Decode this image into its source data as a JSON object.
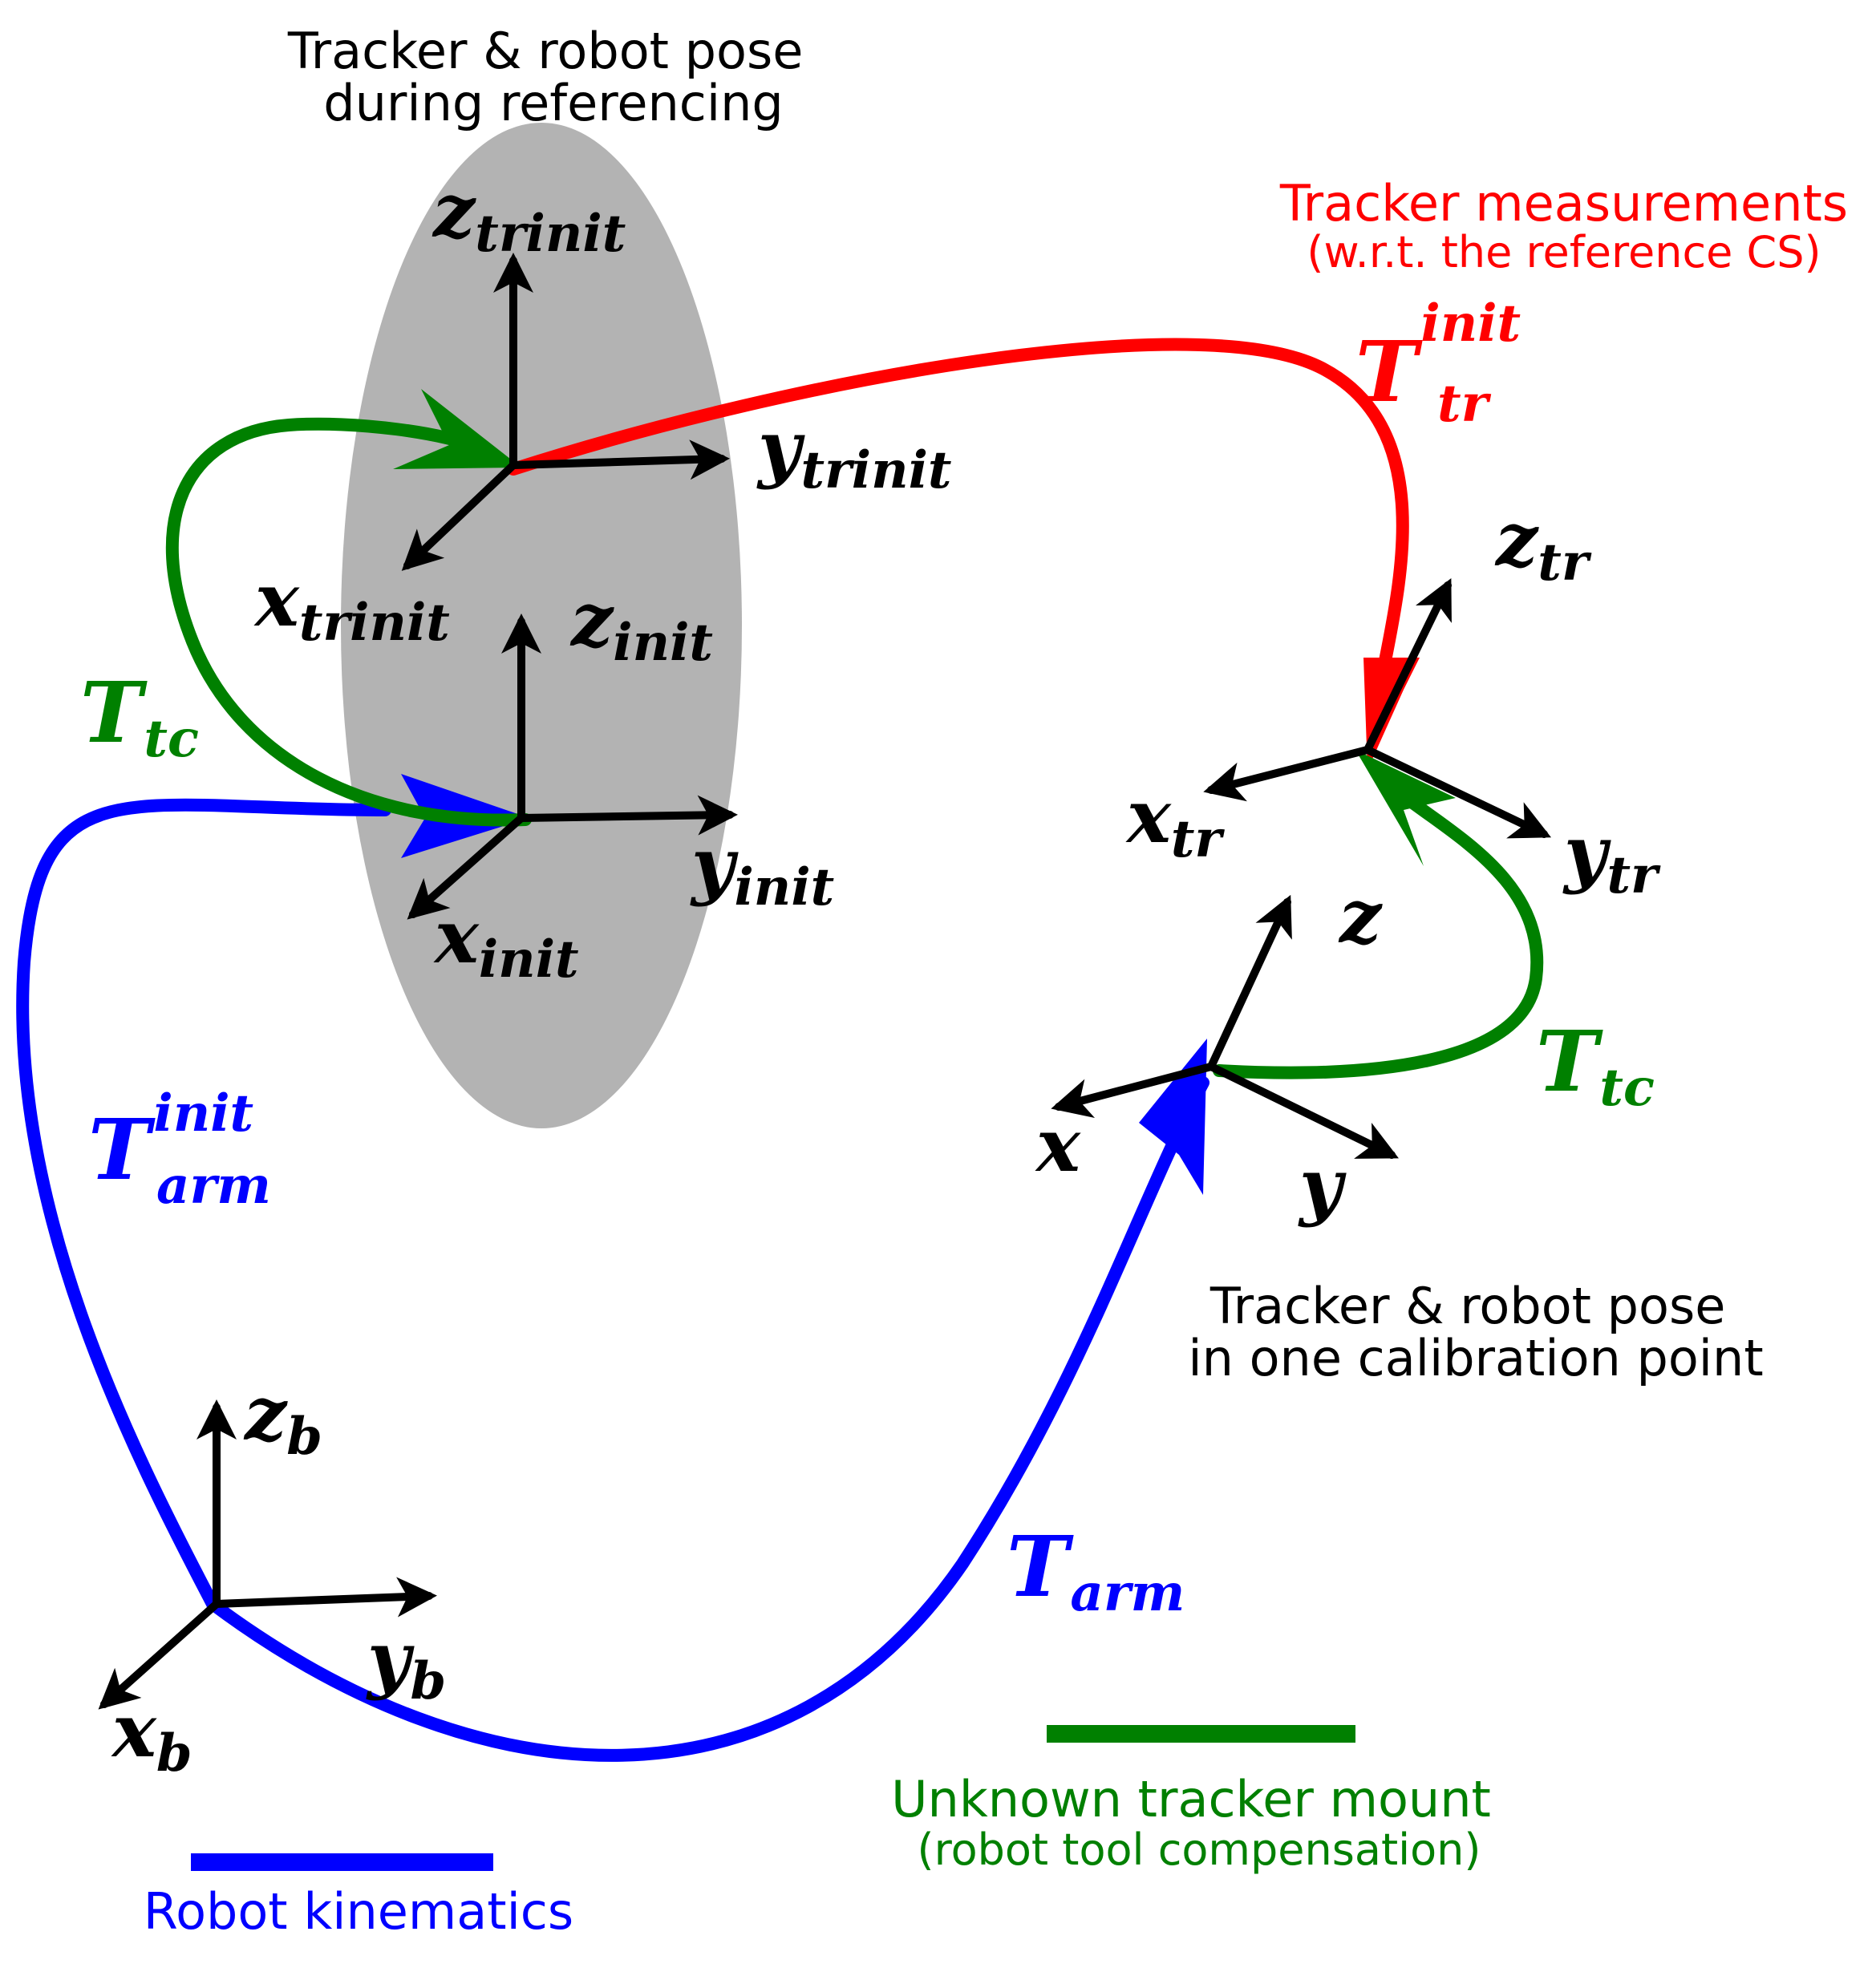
{
  "colors": {
    "robot_kinematics": "#0000ff",
    "tracker_measurements": "#ff0000",
    "tracker_mount": "#008000",
    "axes": "#000000",
    "referencing_region": "#b3b3b3"
  },
  "captions": {
    "referencing_pose": [
      "Tracker & robot pose",
      "during referencing"
    ],
    "calibration_pose": [
      "Tracker & robot pose",
      "in one calibration point"
    ],
    "tracker_measurements": "Tracker measurements",
    "tracker_measurements_note": "(w.r.t. the reference CS)"
  },
  "legend": {
    "robot_kinematics": "Robot kinematics",
    "tracker_mount": "Unknown tracker mount",
    "tracker_mount_note": "(robot tool compensation)"
  },
  "transforms": {
    "T_tr_init": {
      "base": "T",
      "sub": "tr",
      "sup": "init"
    },
    "T_arm_init": {
      "base": "T",
      "sub": "arm",
      "sup": "init"
    },
    "T_arm": {
      "base": "T",
      "sub": "arm"
    },
    "T_tc_left": {
      "base": "T",
      "sub": "tc"
    },
    "T_tc_right": {
      "base": "T",
      "sub": "tc"
    }
  },
  "frames": {
    "trinit": {
      "x": {
        "base": "x",
        "sub": "trinit"
      },
      "y": {
        "base": "y",
        "sub": "trinit"
      },
      "z": {
        "base": "z",
        "sub": "trinit"
      }
    },
    "init": {
      "x": {
        "base": "x",
        "sub": "init"
      },
      "y": {
        "base": "y",
        "sub": "init"
      },
      "z": {
        "base": "z",
        "sub": "init"
      }
    },
    "tr": {
      "x": {
        "base": "x",
        "sub": "tr"
      },
      "y": {
        "base": "y",
        "sub": "tr"
      },
      "z": {
        "base": "z",
        "sub": "tr"
      }
    },
    "tool": {
      "x": {
        "base": "x"
      },
      "y": {
        "base": "y"
      },
      "z": {
        "base": "z"
      }
    },
    "base": {
      "x": {
        "base": "x",
        "sub": "b"
      },
      "y": {
        "base": "y",
        "sub": "b"
      },
      "z": {
        "base": "z",
        "sub": "b"
      }
    }
  }
}
